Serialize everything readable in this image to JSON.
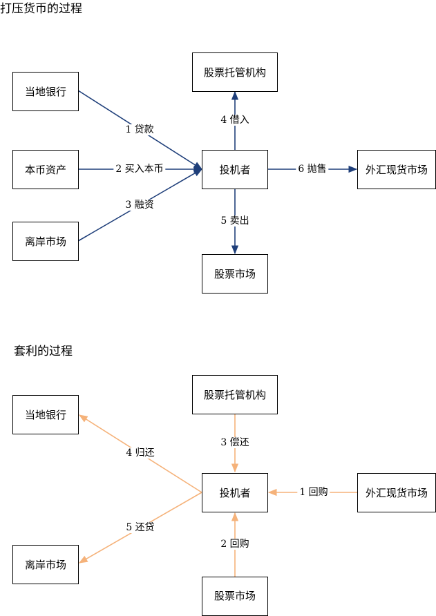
{
  "diagram1": {
    "title": "打压货币的过程",
    "nodes": {
      "custody": "股票托管机构",
      "local_bank": "当地银行",
      "local_assets": "本币资产",
      "investor": "投机者",
      "fx_market": "外汇现货市场",
      "offshore": "离岸市场",
      "stock_market": "股票市场"
    },
    "edges": {
      "loan": "1 贷款",
      "buy_local": "2 买入本币",
      "financing": "3 融资",
      "borrow": "4 借入",
      "sell": "5 卖出",
      "dump": "6 抛售"
    },
    "color": "#1f3f7a"
  },
  "diagram2": {
    "title": "套利的过程",
    "nodes": {
      "custody": "股票托管机构",
      "local_bank": "当地银行",
      "investor": "投机者",
      "fx_market": "外汇现货市场",
      "offshore": "离岸市场",
      "stock_market": "股票市场"
    },
    "edges": {
      "buyback_fx": "1 回购",
      "buyback_stock": "2 回购",
      "repay_stock": "3 偿还",
      "return_bank": "4 归还",
      "repay_loan": "5 还贷"
    },
    "color": "#f5b27a"
  }
}
